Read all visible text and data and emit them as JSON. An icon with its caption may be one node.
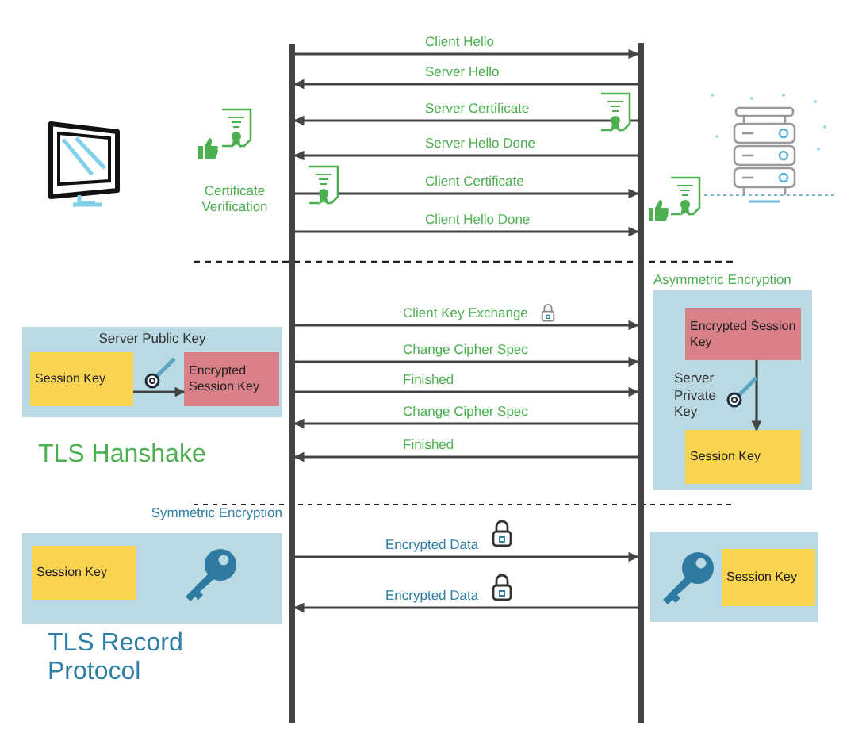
{
  "diagram": {
    "nodes": [
      {
        "text": [],
        "shape": "bar"
      },
      {
        "text": [],
        "shape": "bar"
      },
      {
        "text": [
          "Server Public Key"
        ]
      },
      {
        "text": [
          "Session Key"
        ],
        "in": 2
      },
      {
        "text": [
          "Encrypted Session Key"
        ],
        "in": 2
      },
      {
        "text": [
          "Asymmetric Encryption"
        ]
      },
      {
        "text": [
          "Encrypted Session Key"
        ],
        "in": 5
      },
      {
        "text": [
          "Session Key"
        ],
        "in": 5
      },
      {
        "text": [
          "Symmetric Encryption"
        ]
      },
      {
        "text": [
          "Session Key"
        ],
        "in": 8
      },
      {
        "text": [],
        "shape": "box"
      },
      {
        "text": [
          "Session Key"
        ],
        "in": 10
      }
    ],
    "edges": [
      {
        "from": 0,
        "to": 1,
        "arrow": "to",
        "label": "Client Hello"
      },
      {
        "from": 1,
        "to": 0,
        "arrow": "to",
        "label": "Server Hello"
      },
      {
        "from": 1,
        "to": 0,
        "arrow": "to",
        "label": "Server Certificate"
      },
      {
        "from": 1,
        "to": 0,
        "arrow": "to",
        "label": "Server Hello Done"
      },
      {
        "from": 0,
        "to": 1,
        "arrow": "to",
        "label": "Client Certificate"
      },
      {
        "from": 0,
        "to": 1,
        "arrow": "to",
        "label": "Client Hello Done"
      },
      {
        "from": 0,
        "to": 1,
        "arrow": "to",
        "label": "Client Key Exchange"
      },
      {
        "from": 0,
        "to": 1,
        "arrow": "to",
        "label": "Change Cipher Spec"
      },
      {
        "from": 0,
        "to": 1,
        "arrow": "to",
        "label": "Finished"
      },
      {
        "from": 1,
        "to": 0,
        "arrow": "to",
        "label": "Change Cipher Spec"
      },
      {
        "from": 1,
        "to": 0,
        "arrow": "to",
        "label": "Finished"
      },
      {
        "from": 0,
        "to": 1,
        "arrow": "to",
        "label": "Encrypted Data"
      },
      {
        "from": 1,
        "to": 0,
        "arrow": "to",
        "label": "Encrypted Data"
      },
      {
        "from": 3,
        "to": 4,
        "arrow": "to"
      },
      {
        "from": 6,
        "to": 7,
        "arrow": "to",
        "label": "Server Private Key"
      }
    ],
    "labels": [
      "Certificate Verification",
      "TLS Hanshake",
      "TLS Record Protocol"
    ]
  }
}
